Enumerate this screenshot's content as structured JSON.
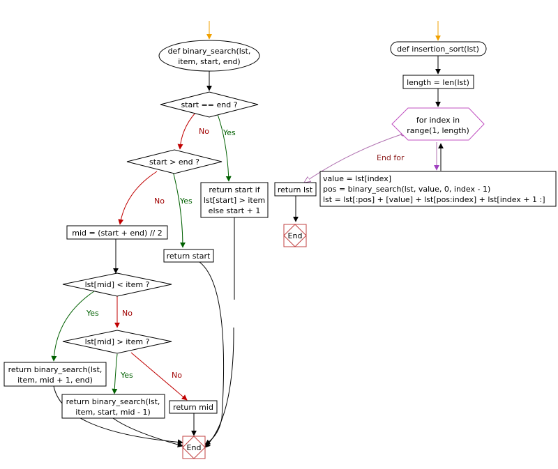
{
  "binary_search": {
    "start_line1": "def binary_search(lst,",
    "start_line2": "item, start, end)",
    "cond1": "start == end ?",
    "cond2": "start > end ?",
    "return_if_1": "return start if",
    "return_if_2": "lst[start] > item",
    "return_if_3": "else start + 1",
    "mid": "mid = (start + end) // 2",
    "return_start": "return start",
    "cond3": "lst[mid] < item ?",
    "cond4": "lst[mid] > item ?",
    "recurse_right_1": "return binary_search(lst,",
    "recurse_right_2": "item, mid + 1, end)",
    "recurse_left_1": "return binary_search(lst,",
    "recurse_left_2": "item, start, mid - 1)",
    "return_mid": "return mid",
    "end": "End"
  },
  "insertion_sort": {
    "start": "def insertion_sort(lst)",
    "length": "length = len(lst)",
    "loop_line1": "for index in",
    "loop_line2": "range(1, length)",
    "end_for": "End for",
    "return": "return lst",
    "body_line1": "value = lst[index]",
    "body_line2": "pos = binary_search(lst, value, 0, index - 1)",
    "body_line3": "lst = lst[:pos] + [value] + lst[pos:index] + lst[index + 1 :]",
    "end": "End"
  },
  "labels": {
    "no": "No",
    "yes": "Yes"
  },
  "colors": {
    "yes_branch": "#006000",
    "no_branch": "#c00000",
    "entry_arrow": "#f0a000",
    "loop": "#c050c0",
    "end_node": "#c04040"
  }
}
